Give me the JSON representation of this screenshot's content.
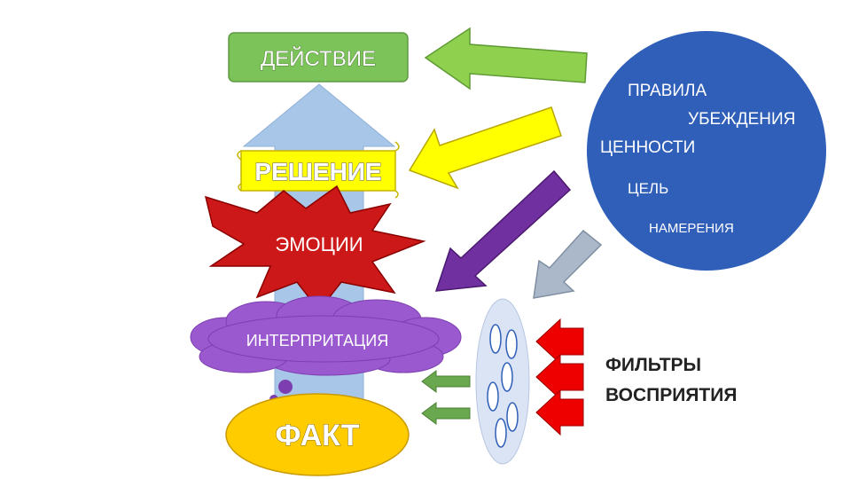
{
  "nodes": {
    "action": "ДЕЙСТВИЕ",
    "decision": "РЕШЕНИЕ",
    "emotions": "ЭМОЦИИ",
    "interpretation": "ИНТЕРПРИТАЦИЯ",
    "fact": "ФАКТ"
  },
  "circle_items": [
    "ПРАВИЛА",
    "УБЕЖДЕНИЯ",
    "ЦЕННОСТИ",
    "ЦЕЛЬ",
    "НАМЕРЕНИЯ"
  ],
  "filters_label": [
    "ФИЛЬТРЫ",
    "ВОСПРИЯТИЯ"
  ],
  "colors": {
    "action": "#7cc35a",
    "decision": "#ffff00",
    "emotions": "#cc1818",
    "interpretation": "#9b59d0",
    "fact": "#ffcc00",
    "circle": "#2f5fb8",
    "up_arrow": "#a8c6e8",
    "arrow_green": "#8fd14f",
    "arrow_yellow": "#ffff00",
    "arrow_purple": "#7030a0",
    "arrow_gray": "#aab8c9",
    "arrow_red": "#ee0000",
    "arrow_small_green": "#6aa84f",
    "filter_ellipse": "#dbe4f4"
  }
}
